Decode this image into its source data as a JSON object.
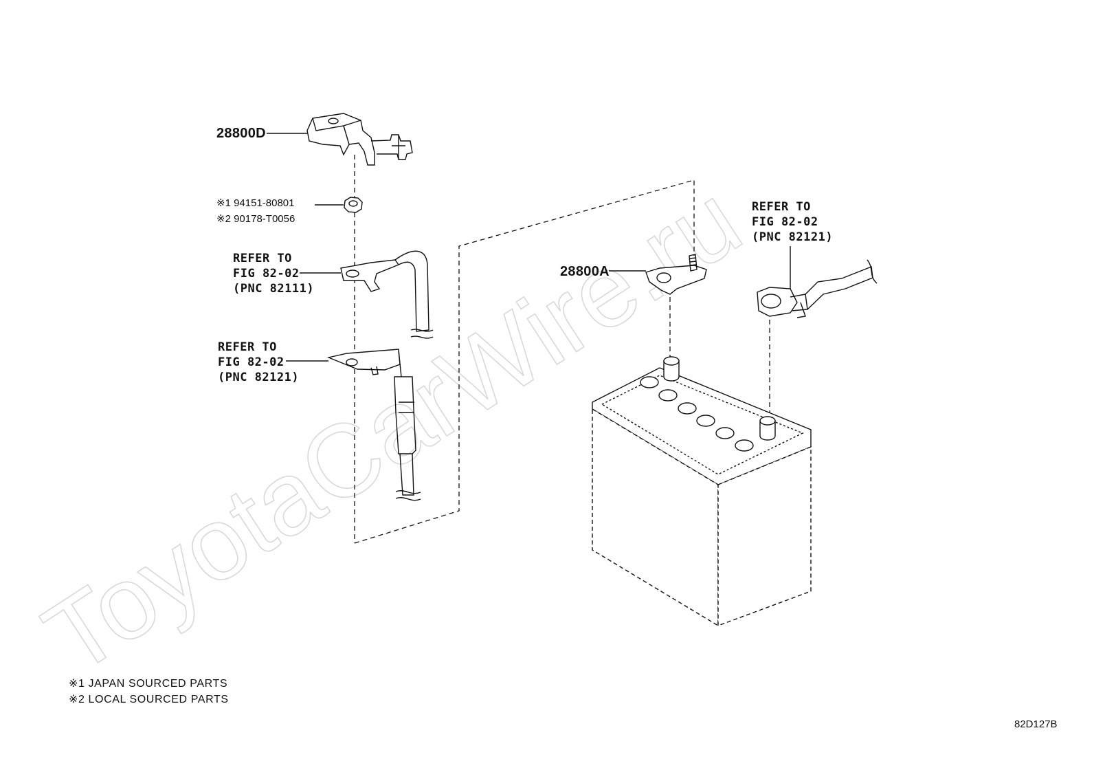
{
  "watermark": "ToyotaCarWire.ru",
  "parts": {
    "cover_d": "28800D",
    "clamp_a": "28800A",
    "nut_line1": "※1 94151-80801",
    "nut_line2": "※2 90178-T0056"
  },
  "refs": {
    "ref_82111": [
      "REFER TO",
      "FIG 82-02",
      "(PNC 82111)"
    ],
    "ref_82121_left": [
      "REFER TO",
      "FIG 82-02",
      "(PNC 82121)"
    ],
    "ref_82121_right": [
      "REFER TO",
      "FIG 82-02",
      "(PNC 82121)"
    ]
  },
  "notes": {
    "note1": "※1 JAPAN SOURCED PARTS",
    "note2": "※2 LOCAL SOURCED PARTS"
  },
  "figure_code": "82D127B"
}
